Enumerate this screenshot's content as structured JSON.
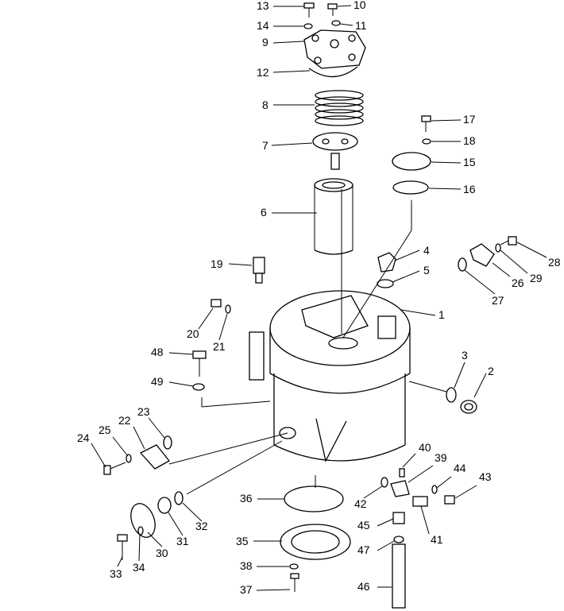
{
  "diagram": {
    "labels": [
      "1",
      "2",
      "3",
      "4",
      "5",
      "6",
      "7",
      "8",
      "9",
      "10",
      "11",
      "12",
      "13",
      "14",
      "15",
      "16",
      "17",
      "18",
      "19",
      "20",
      "21",
      "22",
      "23",
      "24",
      "25",
      "26",
      "27",
      "28",
      "29",
      "30",
      "31",
      "32",
      "33",
      "34",
      "35",
      "36",
      "37",
      "38",
      "39",
      "40",
      "41",
      "42",
      "43",
      "44",
      "45",
      "46",
      "47",
      "48",
      "49"
    ]
  }
}
